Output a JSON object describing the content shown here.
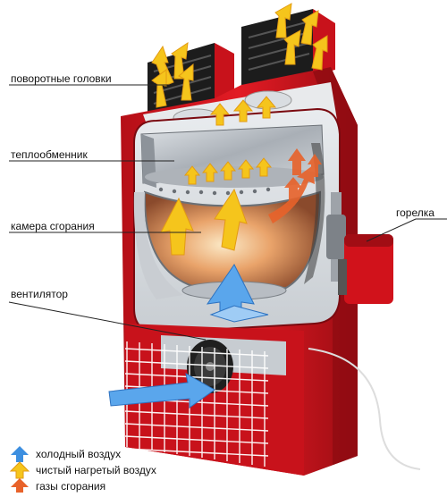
{
  "labels": {
    "rotating_heads": "поворотные головки",
    "heat_exchanger": "теплообменник",
    "combustion_chamber": "камера сгорания",
    "fan": "вентилятор",
    "burner": "горелка"
  },
  "legend": [
    {
      "text": "холодный воздух",
      "icon": "cold-air-arrow-icon",
      "color": "#3d8fe0"
    },
    {
      "text": "чистый нагретый воздух",
      "icon": "hot-air-arrow-icon",
      "color": "#f5c51c"
    },
    {
      "text": "газы сгорания",
      "icon": "flue-gas-arrow-icon",
      "color": "#e8622a"
    }
  ],
  "colors": {
    "body_red": "#d7141e",
    "body_dark_red": "#a50d14",
    "steel": "#b9bec4",
    "cold": "#3d8fe0",
    "hot": "#f5c51c",
    "flue": "#e8622a"
  }
}
